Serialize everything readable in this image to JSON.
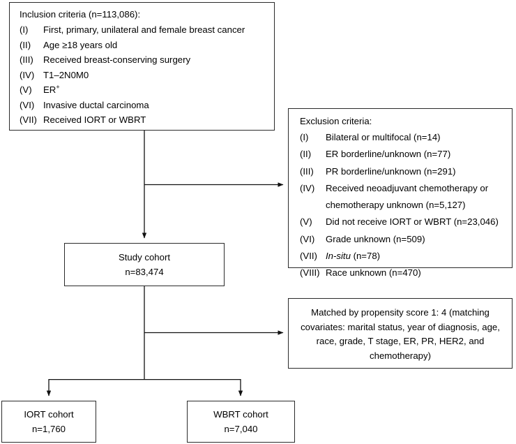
{
  "figure": {
    "type": "flowchart",
    "description": "Patient selection flow diagram for breast cancer cohort study comparing IORT and WBRT"
  },
  "inclusion": {
    "title": "Inclusion criteria (n=113,086):",
    "items": [
      {
        "num": "(I)",
        "text": "First, primary, unilateral and female breast cancer"
      },
      {
        "num": "(II)",
        "text": "Age ≥18 years old"
      },
      {
        "num": "(III)",
        "text": "Received breast-conserving surgery"
      },
      {
        "num": "(IV)",
        "text": "T1–2N0M0"
      },
      {
        "num": "(V)",
        "text": "ER+"
      },
      {
        "num": "(VI)",
        "text": "Invasive ductal carcinoma"
      },
      {
        "num": "(VII)",
        "text": "Received IORT or WBRT"
      }
    ]
  },
  "exclusion": {
    "title": "Exclusion criteria:",
    "items": [
      {
        "num": "(I)",
        "text": "Bilateral or multifocal (n=14)"
      },
      {
        "num": "(II)",
        "text": "ER borderline/unknown (n=77)"
      },
      {
        "num": "(III)",
        "text": "PR borderline/unknown (n=291)"
      },
      {
        "num": "(IV)",
        "text": "Received neoadjuvant chemotherapy or chemotherapy unknown (n=5,127)"
      },
      {
        "num": "(V)",
        "text": "Did not receive IORT or WBRT (n=23,046)"
      },
      {
        "num": "(VI)",
        "text": "Grade unknown (n=509)"
      },
      {
        "num": "(VII)",
        "text": "In-situ (n=78)"
      },
      {
        "num": "(VIII)",
        "text": "Race unknown (n=470)"
      }
    ]
  },
  "study_cohort": {
    "label": "Study cohort",
    "count": "n=83,474"
  },
  "matched": {
    "text": "Matched by propensity score 1: 4 (matching covariates: marital status, year of diagnosis, age, race, grade, T stage, ER, PR, HER2, and chemotherapy)"
  },
  "iort_cohort": {
    "label": "IORT cohort",
    "count": "n=1,760"
  },
  "wbrt_cohort": {
    "label": "WBRT cohort",
    "count": "n=7,040"
  },
  "style": {
    "line_color": "#2a2a2a",
    "background": "#ffffff",
    "text_color": "#000000"
  }
}
